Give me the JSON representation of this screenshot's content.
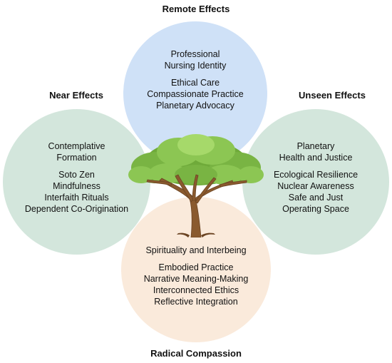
{
  "titles": {
    "top": "Remote Effects",
    "left": "Near Effects",
    "right": "Unseen Effects",
    "bottom": "Radical Compassion"
  },
  "circles": {
    "top": {
      "heading": [
        "Professional",
        "Nursing Identity"
      ],
      "items": [
        "Ethical Care",
        "Compassionate Practice",
        "Planetary Advocacy"
      ],
      "color": "#cfe1f7"
    },
    "left": {
      "heading": [
        "Contemplative",
        "Formation"
      ],
      "items": [
        "Soto Zen",
        "Mindfulness",
        "Interfaith Rituals",
        "Dependent Co-Origination"
      ],
      "color": "#d3e6dc"
    },
    "right": {
      "heading": [
        "Planetary",
        "Health and Justice"
      ],
      "items": [
        "Ecological Resilience",
        "Nuclear Awareness",
        "Safe and Just",
        "Operating Space"
      ],
      "color": "#d3e6dc"
    },
    "bottom": {
      "heading": [
        "Spirituality and Interbeing"
      ],
      "items": [
        "Embodied Practice",
        "Narrative Meaning-Making",
        "Interconnected Ethics",
        "Reflective Integration"
      ],
      "color": "#faeadb"
    }
  },
  "tree": {
    "icon": "tree-icon",
    "foliage_colors": [
      "#6faa3a",
      "#8cc653",
      "#a6d96a"
    ],
    "trunk_color": "#8a5a2e"
  }
}
